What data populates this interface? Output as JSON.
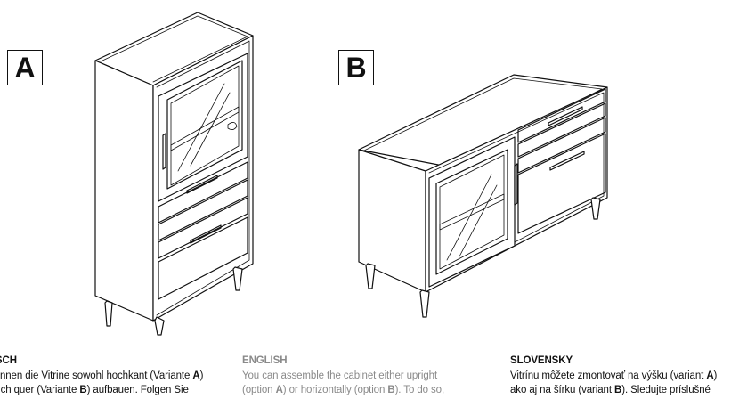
{
  "variants": {
    "a_label": "A",
    "b_label": "B"
  },
  "sections": {
    "de": {
      "heading": "TSCH",
      "line1_pre": "können die Vitrine sowohl hochkant (Variante ",
      "line1_bold": "A",
      "line1_post": ")",
      "line2_pre": "auch quer (Variante ",
      "line2_bold": "B",
      "line2_post": ") aufbauen. Folgen Sie"
    },
    "en": {
      "heading": "ENGLISH",
      "line1": "You can assemble the cabinet either upright",
      "line2_pre": "(option ",
      "line2_bold_a": "A",
      "line2_mid": ") or horizontally (option ",
      "line2_bold_b": "B",
      "line2_post": "). To do so,"
    },
    "sk": {
      "heading": "SLOVENSKY",
      "line1_pre": "Vitrínu môžete zmontovať na výšku (variant ",
      "line1_bold": "A",
      "line1_post": ")",
      "line2_pre": "ako aj na šírku (variant ",
      "line2_bold": "B",
      "line2_post": "). Sledujte príslušné"
    }
  }
}
